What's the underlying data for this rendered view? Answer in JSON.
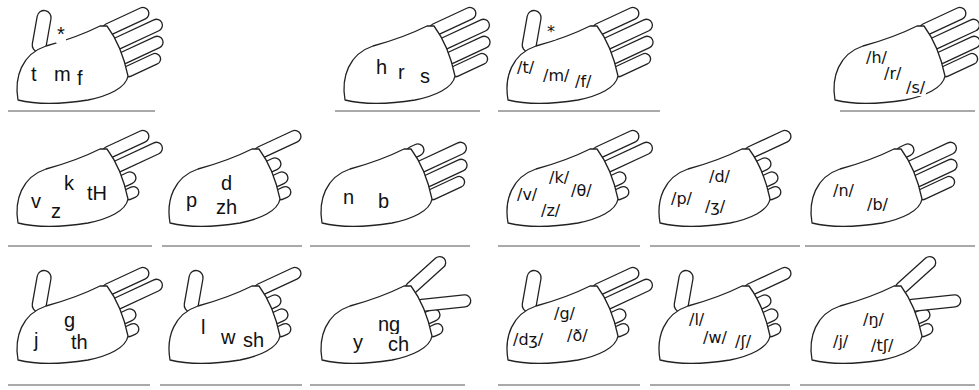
{
  "diagram": {
    "labels": [
      "*",
      "t",
      "m",
      "f",
      "h",
      "r",
      "s",
      "k",
      "v",
      "tH",
      "z",
      "d",
      "p",
      "zh",
      "n",
      "b",
      "g",
      "j",
      "th",
      "l",
      "w",
      "sh",
      "ng",
      "y",
      "ch",
      "*",
      "/t/",
      "/m/",
      "/f/",
      "/h/",
      "/r/",
      "/s/",
      "/k/",
      "/v/",
      "/θ/",
      "/z/",
      "/d/",
      "/p/",
      "/ʒ/",
      "/n/",
      "/b/",
      "/g/",
      "/dʒ/",
      "/ð/",
      "/l/",
      "/w/",
      "/ʃ/",
      "/ŋ/",
      "/j/",
      "/tʃ/"
    ]
  }
}
